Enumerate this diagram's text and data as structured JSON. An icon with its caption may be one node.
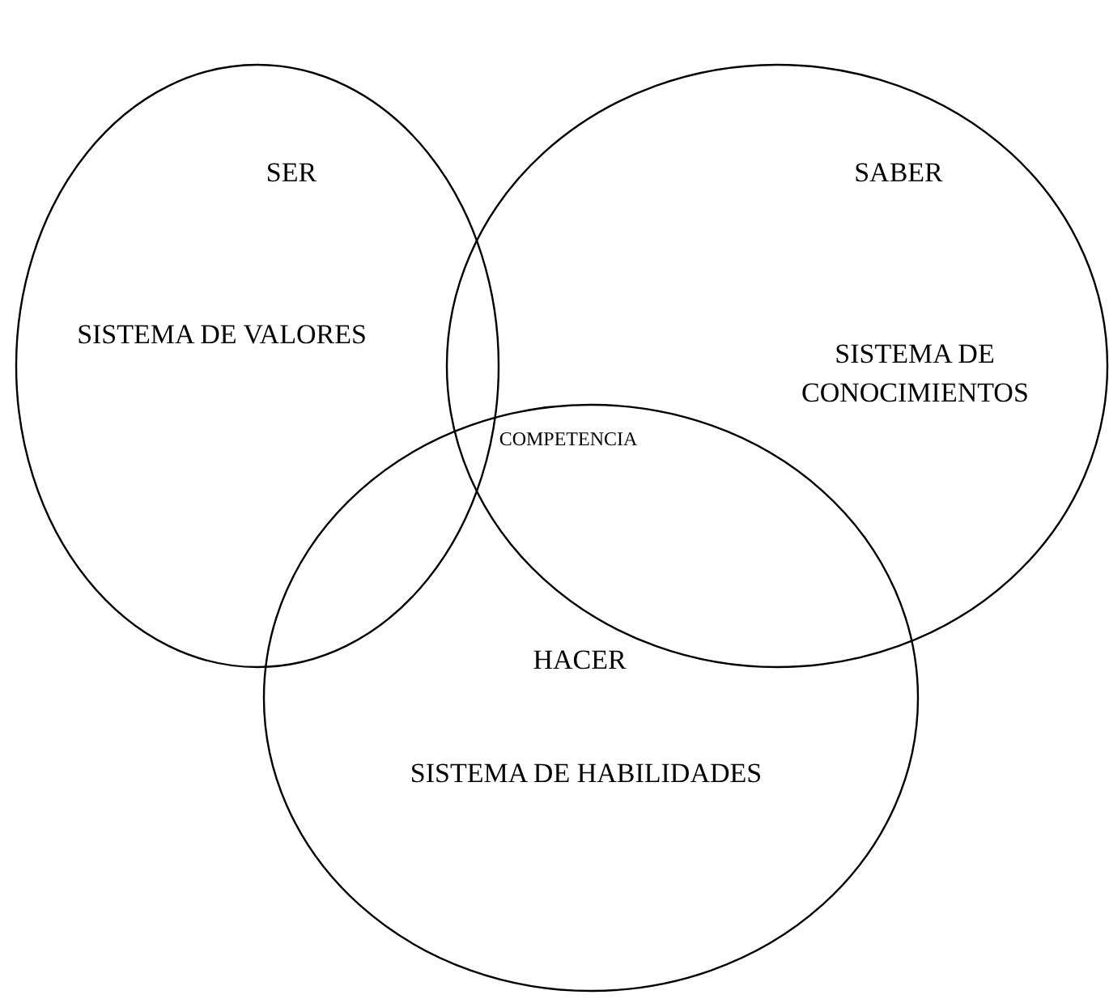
{
  "diagram": {
    "nodes": [
      {
        "text": [
          "SER",
          "SISTEMA DE VALORES"
        ]
      },
      {
        "text": [
          "SABER",
          "SISTEMA DE CONOCIMIENTOS"
        ]
      },
      {
        "text": [
          "HACER",
          "SISTEMA DE HABILIDADES"
        ]
      }
    ],
    "labels": [
      "COMPETENCIA"
    ]
  }
}
